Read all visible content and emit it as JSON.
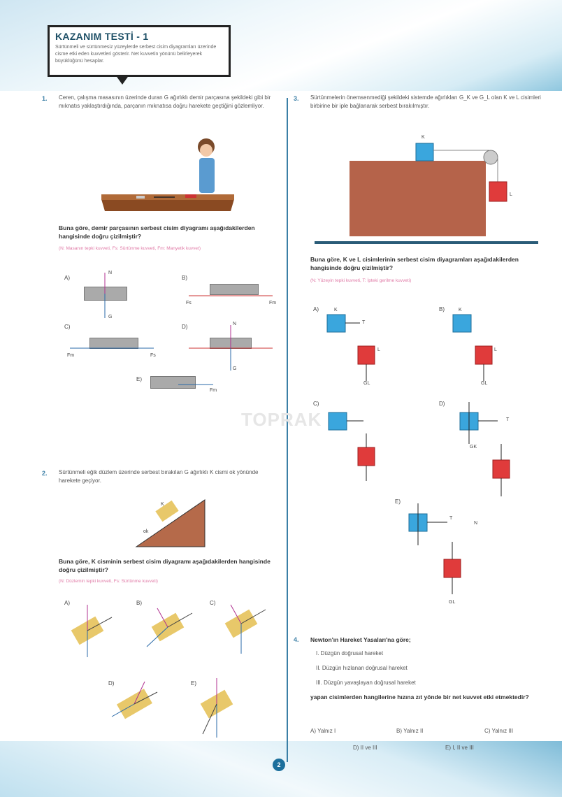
{
  "header": {
    "title": "KAZANIM TESTİ - 1",
    "objective": "Sürtünmeli ve sürtünmesiz yüzeylerde serbest cisim diyagramları üzerinde cisme etki eden kuvvetleri gösterir. Net kuvvetin yönünü belirleyerek büyüklüğünü hesaplar."
  },
  "q1": {
    "number": "1.",
    "text": "Ceren, çalışma masasının üzerinde duran G ağırlıklı demir parçasına şekildeki gibi bir mıknatıs yaklaştırdığında, parçanın mıknatısa doğru harekete geçtiğini gözlemliyor.",
    "question": "Buna göre, demir parçasının serbest cisim diyagramı aşağıdakilerden hangisinde doğru çizilmiştir?",
    "legend": "(N: Masanın tepki kuvveti, Fs: Sürtünme kuvveti, Fm: Manyetik kuvvet)",
    "options": [
      "A)",
      "B)",
      "C)",
      "D)",
      "E)"
    ]
  },
  "q2": {
    "number": "2.",
    "text": "Sürtünmeli eğik düzlem üzerinde serbest bırakılan G ağırlıklı K cismi ok yönünde harekete geçiyor.",
    "question": "Buna göre, K cisminin serbest cisim diyagramı aşağıdakilerden hangisinde doğru çizilmiştir?",
    "legend": "(N: Düzlemin tepki kuvveti, Fs: Sürtünme kuvveti)",
    "figure_labels": {
      "body": "K",
      "arrow": "ok"
    },
    "options": [
      "A)",
      "B)",
      "C)",
      "D)",
      "E)"
    ]
  },
  "q3": {
    "number": "3.",
    "text": "Sürtünmelerin önemsenmediği şekildeki sistemde ağırlıkları G_K ve G_L olan K ve L cisimleri birbirine bir iple bağlanarak serbest bırakılmıştır.",
    "question": "Buna göre, K ve L cisimlerinin serbest cisim diyagramları aşağıdakilerden hangisinde doğru çizilmiştir?",
    "legend": "(N: Yüzeyin tepki kuvveti, T: İpteki gerilme kuvveti)",
    "figure_labels": {
      "k": "K",
      "l": "L"
    },
    "options": [
      "A)",
      "B)",
      "C)",
      "D)",
      "E)"
    ]
  },
  "q4": {
    "number": "4.",
    "text": "Newton'ın Hareket Yasaları'na göre;",
    "items": [
      "I. Düzgün doğrusal hareket",
      "II. Düzgün hızlanan doğrusal hareket",
      "III. Düzgün yavaşlayan doğrusal hareket"
    ],
    "question": "yapan cisimlerden hangilerine hızına zıt yönde bir net kuvvet etki etmektedir?",
    "options": [
      "A) Yalnız I",
      "B) Yalnız II",
      "C) Yalnız III",
      "D) II ve III",
      "E) I, II ve III"
    ]
  },
  "symbols": {
    "N": "N",
    "G": "G",
    "Fs": "Fs",
    "Fm": "Fm",
    "T": "T",
    "K": "K",
    "L": "L",
    "GK": "GK",
    "GL": "GL"
  },
  "watermark": "TOPRAK",
  "page_number": "2"
}
